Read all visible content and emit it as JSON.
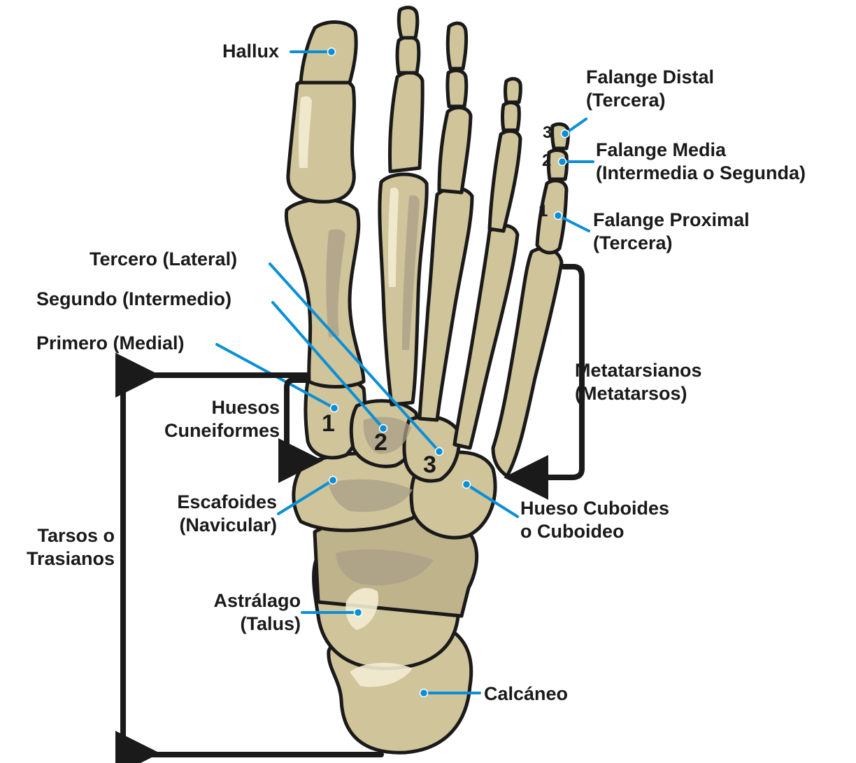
{
  "diagram": {
    "colors": {
      "bone_fill": "#cfc49a",
      "bone_shadow": "#a99f86",
      "bone_highlight": "#f3ecd2",
      "outline": "#1a1a1a",
      "leader_line": "#0a8fd6",
      "text": "#1a1a1a"
    },
    "labels": {
      "hallux": "Hallux",
      "falange_distal": [
        "Falange Distal",
        "(Tercera)"
      ],
      "falange_media": [
        "Falange Media",
        "(Intermedia o Segunda)"
      ],
      "falange_proximal": [
        "Falange Proximal",
        "(Tercera)"
      ],
      "tercero": "Tercero (Lateral)",
      "segundo": "Segundo (Intermedio)",
      "primero": "Primero (Medial)",
      "huesos_cuneiformes": [
        "Huesos",
        "Cuneiformes"
      ],
      "metatarsianos": [
        "Metatarsianos",
        "(Metatarsos)"
      ],
      "escafoides": [
        "Escafoides",
        "(Navicular)"
      ],
      "hueso_cuboides": [
        "Hueso Cuboides",
        "o Cuboideo"
      ],
      "tarsos": [
        "Tarsos o",
        "Trasianos"
      ],
      "astragalo": [
        "Astrálago",
        "(Talus)"
      ],
      "calcaneo": "Calcáneo"
    },
    "numbers": {
      "cuneiform_1": "1",
      "cuneiform_2": "2",
      "cuneiform_3": "3",
      "phalanx_3": "3",
      "phalanx_2": "2",
      "phalanx_1": "1"
    }
  }
}
